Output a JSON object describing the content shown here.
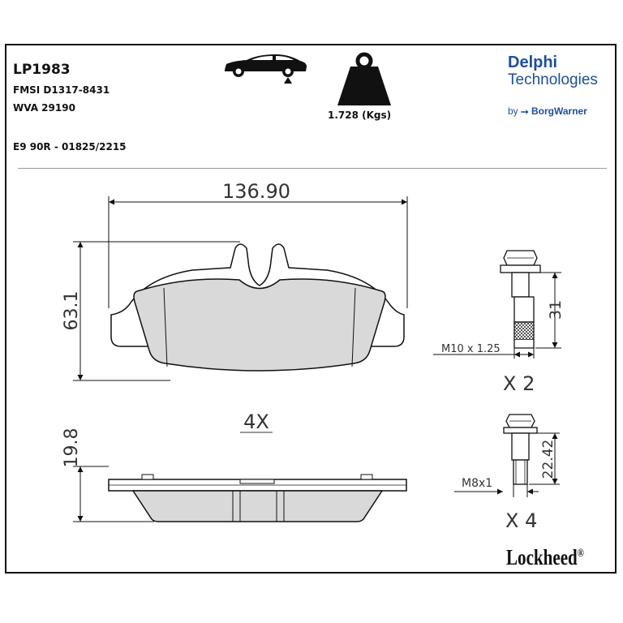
{
  "header": {
    "part_number": "LP1983",
    "fmsi": "FMSI D1317-8431",
    "wva": "WVA 29190",
    "approval": "E9 90R - 01825/2215",
    "weight": "1.728 (Kgs)"
  },
  "brand": {
    "line1": "Delphi",
    "line2": "Technologies",
    "by": "by",
    "parent": "BorgWarner",
    "accent": "#1d4e9e"
  },
  "drawing": {
    "width_dim": "136.90",
    "height_dim": "63.1",
    "thickness_dim": "19.8",
    "pad_qty": "4X",
    "bolt1": {
      "thread": "M10 x 1.25",
      "length": "31",
      "qty": "X 2"
    },
    "bolt2": {
      "thread": "M8x1",
      "length": "22.42",
      "qty": "X 4"
    },
    "pad_fill": "#d9d9d9"
  },
  "footer": {
    "logo": "Lockheed",
    "mark": "®"
  },
  "icons": [
    "car-rear-axle-icon",
    "weight-icon",
    "borgwarner-icon"
  ]
}
